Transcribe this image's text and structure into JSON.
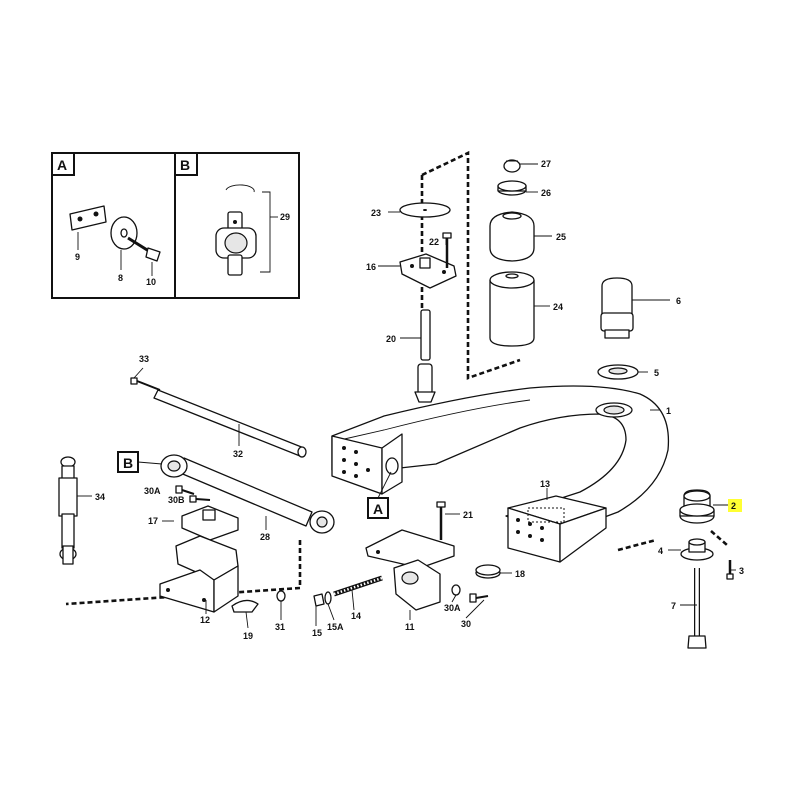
{
  "insets": {
    "a": {
      "tag": "A",
      "parts": [
        "9",
        "8",
        "10"
      ]
    },
    "b": {
      "tag": "B",
      "parts": [
        "29"
      ]
    }
  },
  "view_tags": {
    "a": "A",
    "b": "B"
  },
  "labels": {
    "p1": "1",
    "p2": "2",
    "p3": "3",
    "p4": "4",
    "p5": "5",
    "p6": "6",
    "p7": "7",
    "p8": "8",
    "p9": "9",
    "p10": "10",
    "p11": "11",
    "p12": "12",
    "p13": "13",
    "p14": "14",
    "p15": "15",
    "p15a": "15A",
    "p16": "16",
    "p17": "17",
    "p18": "18",
    "p19": "19",
    "p20": "20",
    "p21": "21",
    "p22": "22",
    "p23": "23",
    "p24": "24",
    "p25": "25",
    "p26": "26",
    "p27": "27",
    "p28": "28",
    "p29": "29",
    "p30": "30",
    "p30a_left": "30A",
    "p30a_right": "30A",
    "p30b": "30B",
    "p31": "31",
    "p32": "32",
    "p33": "33",
    "p34": "34"
  },
  "highlighted_part": "2",
  "colors": {
    "highlight": "#ffff33",
    "line": "#111111",
    "background": "#ffffff"
  }
}
